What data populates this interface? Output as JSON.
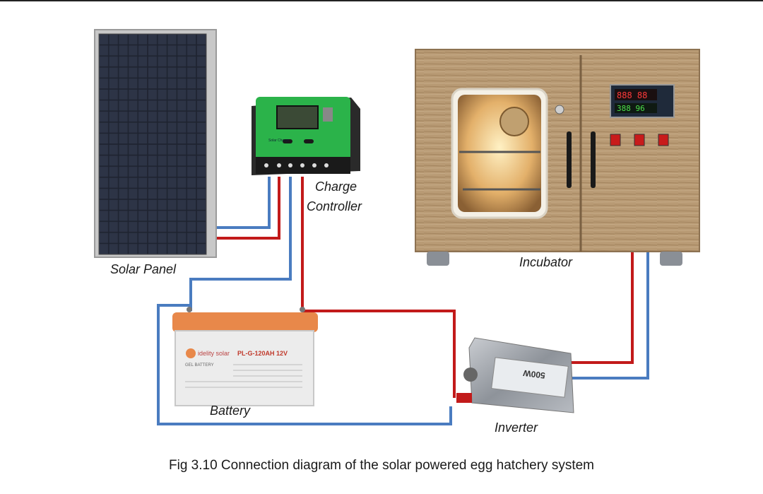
{
  "labels": {
    "solar_panel": "Solar Panel",
    "charge_controller_line1": "Charge",
    "charge_controller_line2": "Controller",
    "incubator": "Incubator",
    "battery": "Battery",
    "inverter": "Inverter"
  },
  "device_text": {
    "battery_brand": "idelity solar",
    "battery_model": "PL-G-120AH 12V",
    "battery_type": "GEL BATTERY",
    "controller_panel": "Solar Charge Controller",
    "inverter_rating": "500W",
    "incubator_display_top": "888 88",
    "incubator_display_bottom": "388 96"
  },
  "caption": "Fig 3.10 Connection diagram of the solar powered egg hatchery system",
  "colors": {
    "positive_wire": "#c21a1a",
    "negative_wire": "#4a7cc0",
    "controller_body": "#2bb34a",
    "battery_top": "#e8884a",
    "incubator_wood": "#b89a74"
  }
}
